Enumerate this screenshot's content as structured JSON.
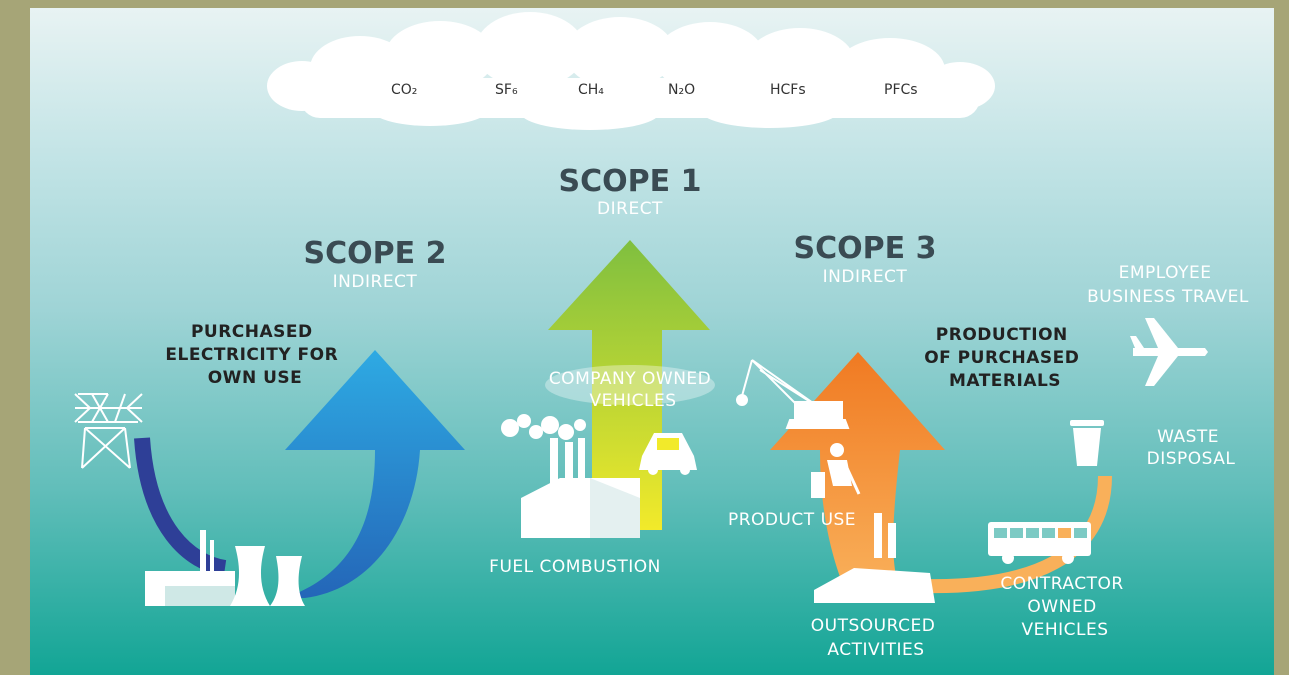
{
  "gases": [
    "CO₂",
    "SF₆",
    "CH₄",
    "N₂O",
    "HCFs",
    "PFCs"
  ],
  "scope1": {
    "title": "SCOPE 1",
    "subtitle": "DIRECT"
  },
  "scope2": {
    "title": "SCOPE 2",
    "subtitle": "INDIRECT"
  },
  "scope3": {
    "title": "SCOPE 3",
    "subtitle": "INDIRECT"
  },
  "scope2_items": {
    "purchased_electricity": [
      "PURCHASED",
      "ELECTRICITY FOR",
      "OWN USE"
    ]
  },
  "scope1_items": {
    "company_vehicles": [
      "COMPANY OWNED",
      "VEHICLES"
    ],
    "fuel_combustion": "FUEL COMBUSTION"
  },
  "scope3_items": {
    "production": [
      "PRODUCTION",
      "OF PURCHASED",
      "MATERIALS"
    ],
    "travel": [
      "EMPLOYEE",
      "BUSINESS TRAVEL"
    ],
    "waste": [
      "WASTE",
      "DISPOSAL"
    ],
    "product_use": "PRODUCT USE",
    "outsourced": [
      "OUTSOURCED",
      "ACTIVITIES"
    ],
    "contractor": [
      "CONTRACTOR",
      "OWNED",
      "VEHICLES"
    ]
  },
  "colors": {
    "scope1_arrow_top": "#7fbf3f",
    "scope1_arrow_bottom": "#f2ea2a",
    "scope2_arrow": "#2b9ad8",
    "scope2_tail": "#2e3f97",
    "scope3_arrow": "#f07a22",
    "scope3_tail": "#f9b05a"
  }
}
